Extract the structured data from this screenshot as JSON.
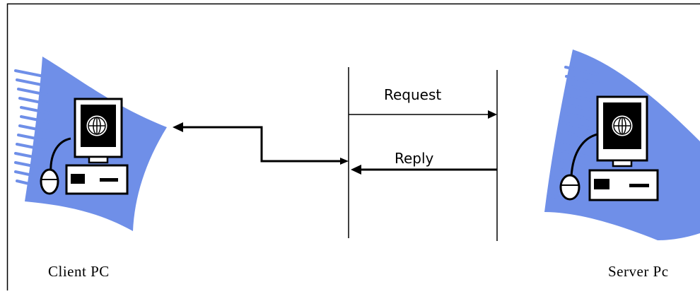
{
  "diagram": {
    "nodes": [
      {
        "id": "client",
        "label": "Client PC",
        "icon": "computer-icon"
      },
      {
        "id": "server",
        "label": "Server Pc",
        "icon": "computer-icon"
      }
    ],
    "messages": [
      {
        "from": "client",
        "to": "server",
        "label": "Request"
      },
      {
        "from": "server",
        "to": "client",
        "label": "Reply"
      }
    ],
    "colors": {
      "swoosh": "#6f8fe8",
      "stroke": "#000000",
      "frame": "#000000"
    }
  }
}
